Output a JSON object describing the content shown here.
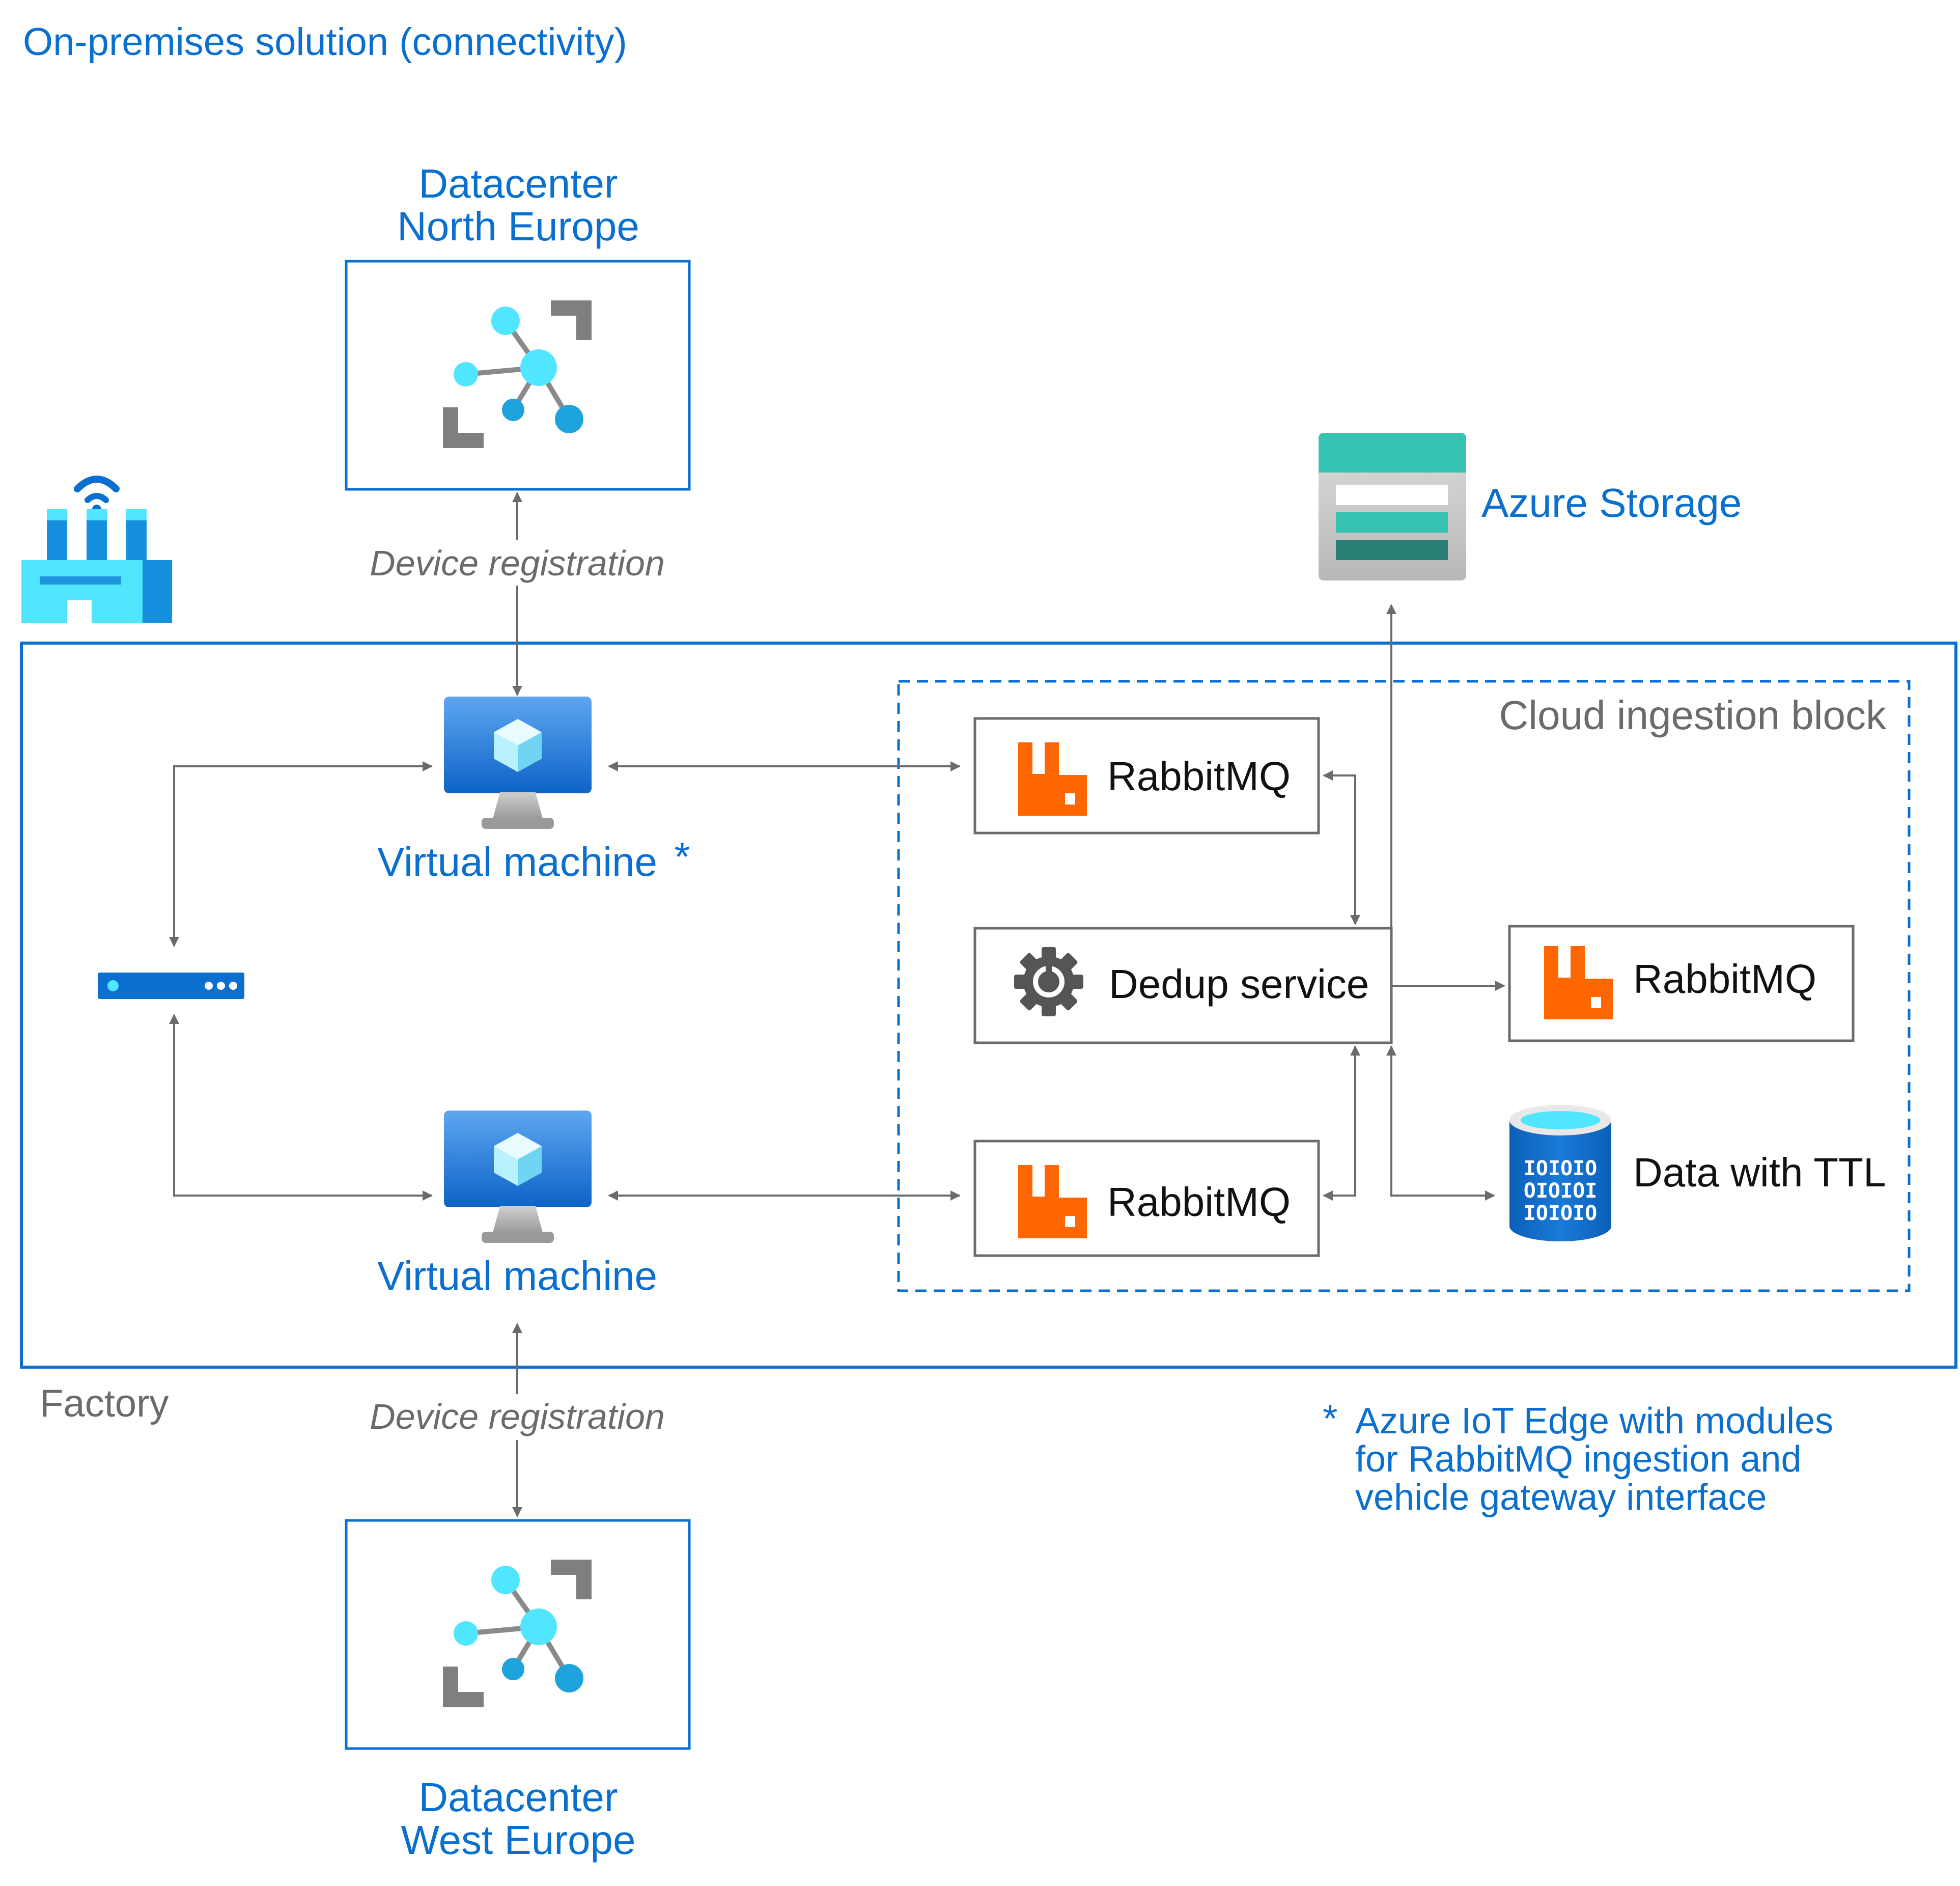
{
  "title": "On-premises solution (connectivity)",
  "datacenters": {
    "north": {
      "line1": "Datacenter",
      "line2": "North Europe"
    },
    "west": {
      "line1": "Datacenter",
      "line2": "West Europe"
    }
  },
  "device_registration_label": "Device registration",
  "azure_storage_label": "Azure Storage",
  "factory_label": "Factory",
  "cloud_block_label": "Cloud ingestion block",
  "vm": {
    "top_label": "Virtual machine",
    "top_asterisk": "*",
    "bottom_label": "Virtual machine"
  },
  "services": {
    "rabbitmq_label": "RabbitMQ",
    "dedup_label": "Dedup service",
    "data_ttl_label": "Data with TTL",
    "binary_rows": [
      "IOIOIO",
      "OIOIOI",
      "IOIOIO"
    ]
  },
  "footnote": {
    "asterisk": "*",
    "line1": "Azure IoT Edge with modules",
    "line2": "for RabbitMQ ingestion and",
    "line3": "vehicle gateway interface"
  },
  "colors": {
    "accent_blue": "#0a6fcf",
    "connector_gray": "#6b6b6b",
    "rabbitmq_orange": "#ff6600",
    "storage_teal": "#36c3b1"
  }
}
